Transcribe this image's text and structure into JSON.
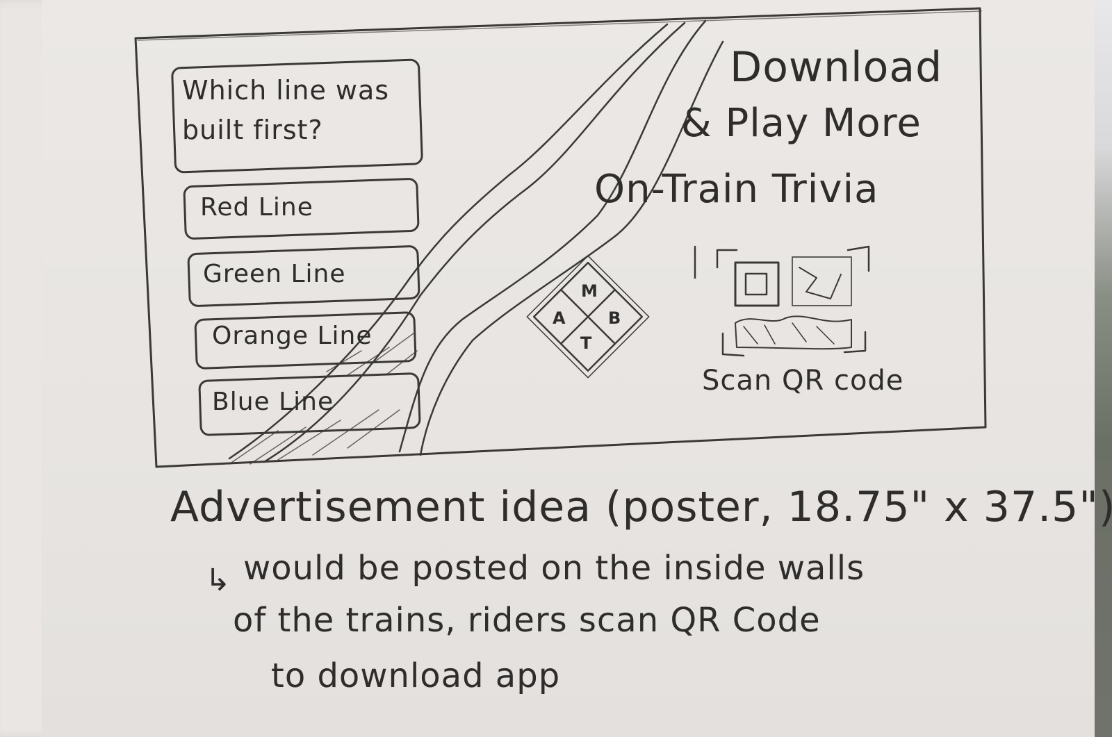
{
  "poster": {
    "question": [
      "Which line was",
      "built first?"
    ],
    "answers": [
      "Red Line",
      "Green Line",
      "Orange Line",
      "Blue Line"
    ],
    "headline": [
      "Download",
      "& Play More",
      "On-Train Trivia"
    ],
    "logo_letters": {
      "top": "M",
      "left": "A",
      "right": "B",
      "bottom": "T"
    },
    "qr_caption": "Scan QR code"
  },
  "notes": {
    "title": "Advertisement idea (poster, 18.75\" x 37.5\")",
    "arrow": "↳",
    "lines": [
      "would be posted on the inside walls",
      "of the trains, riders scan QR Code",
      "to download app"
    ]
  }
}
